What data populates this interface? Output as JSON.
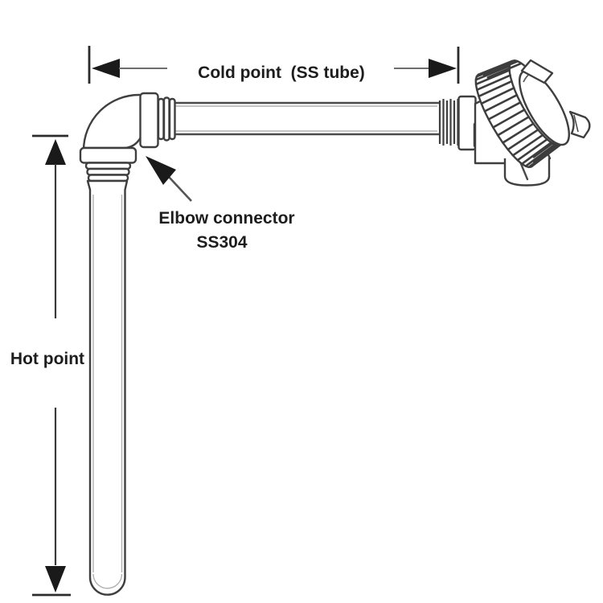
{
  "labels": {
    "cold_point_dimension": "Cold point  (SS tube)",
    "hot_point_dimension": "Hot point",
    "elbow_callout_line1": "Elbow connector",
    "elbow_callout_line2": "SS304"
  },
  "colors": {
    "background": "#ffffff",
    "line": "#3f3f3f",
    "text": "#1d1d1d",
    "dimension_tail": "#6e6e6e"
  }
}
